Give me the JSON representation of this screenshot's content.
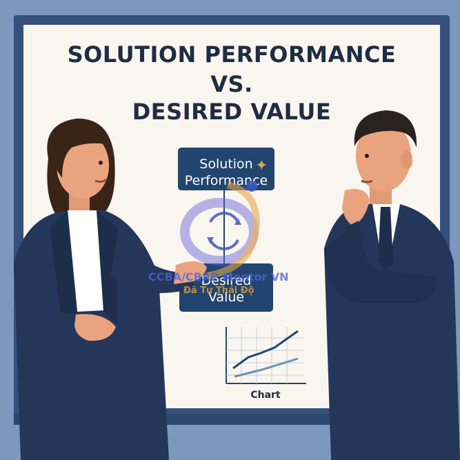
{
  "board": {
    "title_line1": "SOLUTION PERFORMANCE",
    "title_line2": "VS.",
    "title_line3": "DESIRED VALUE"
  },
  "flow": {
    "top_box_line1": "Solution",
    "top_box_line2": "Performance",
    "bottom_box_line1": "Desired",
    "bottom_box_line2": "Value"
  },
  "chart": {
    "caption": "Chart"
  },
  "watermark": {
    "main": "CCBA/CBAP Mentor VN",
    "sub": "Đã Tư Thái Độ"
  },
  "colors": {
    "background": "#7d98bd",
    "board": "#f8f6ef",
    "navy": "#22456f",
    "suit": "#24365a",
    "skin": "#e9a47f",
    "hair_woman": "#3a2418",
    "hair_man": "#2a2220"
  }
}
